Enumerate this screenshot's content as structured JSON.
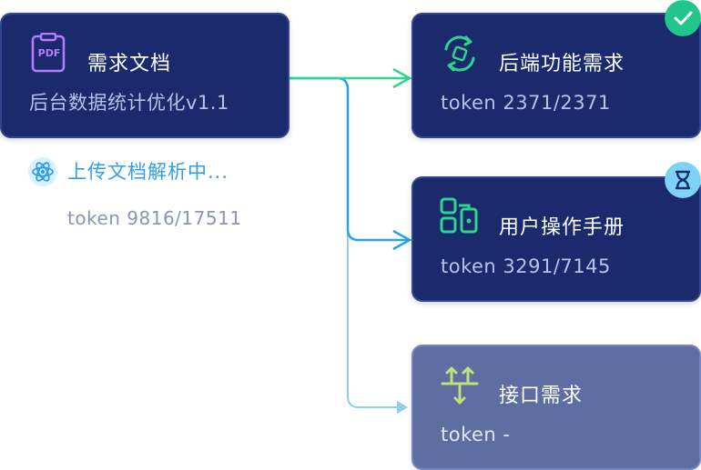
{
  "source": {
    "title": "需求文档",
    "subtitle": "后台数据统计优化v1.1",
    "icon": "pdf-document-icon",
    "icon_label": "PDF",
    "icon_color": "#b57cff"
  },
  "parsing": {
    "status_text": "上传文档解析中...",
    "token_text": "token 9816/17511",
    "icon": "atom-icon",
    "color": "#2f9fe8"
  },
  "targets": [
    {
      "title": "后端功能需求",
      "token_text": "token 2371/2371",
      "icon": "refresh-cycle-icon",
      "status": "done",
      "badge_icon": "checkmark-icon",
      "badge_color": "#23c68a"
    },
    {
      "title": "用户操作手册",
      "token_text": "token 3291/7145",
      "icon": "layout-blocks-icon",
      "status": "in-progress",
      "badge_icon": "hourglass-icon",
      "badge_color": "#7fd2f7"
    },
    {
      "title": "接口需求",
      "token_text": "token -",
      "icon": "merge-arrows-icon",
      "status": "pending"
    }
  ],
  "colors": {
    "card_bg": "#1a2a6c",
    "card_pending_bg": "#5e6ea3",
    "connector_done": "#2ed58d",
    "connector_active": "#2aa3e4",
    "connector_pending": "#8ad0f0",
    "icon_green": "#2ed58d",
    "icon_lime": "#bfe37a"
  }
}
